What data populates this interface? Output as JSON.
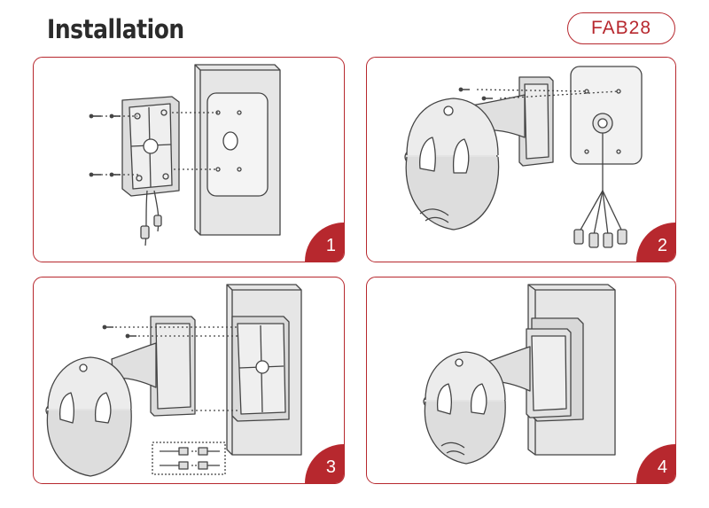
{
  "header": {
    "title": "Installation",
    "model": "FAB28"
  },
  "colors": {
    "accent": "#b7282e",
    "line": "#444444",
    "fill": "#e2e2e2"
  },
  "steps": [
    {
      "number": "1"
    },
    {
      "number": "2"
    },
    {
      "number": "3"
    },
    {
      "number": "4"
    }
  ]
}
